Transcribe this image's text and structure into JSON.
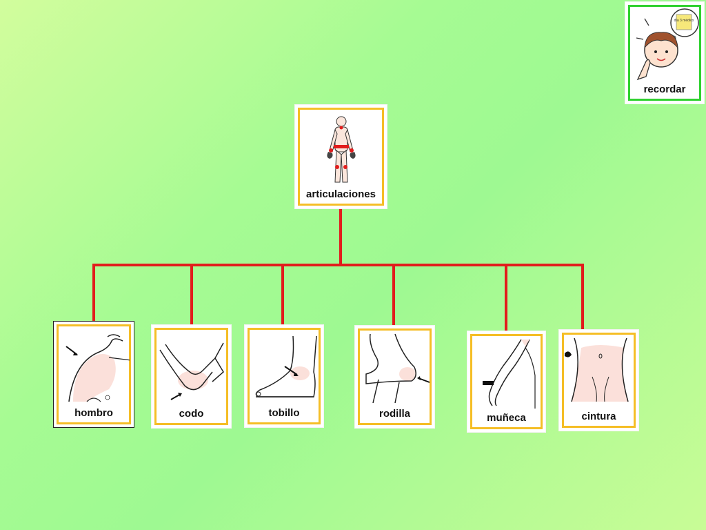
{
  "colors": {
    "connector": "#e21c1c",
    "card_border": "#f5be26",
    "reminder_border": "#2fd12f"
  },
  "reminder": {
    "label": "recordar",
    "note_text": "día 3 médico",
    "icon": "person-thinking-icon"
  },
  "root": {
    "label": "articulaciones",
    "icon": "body-joints-icon"
  },
  "children": [
    {
      "label": "hombro",
      "icon": "shoulder-icon"
    },
    {
      "label": "codo",
      "icon": "elbow-icon"
    },
    {
      "label": "tobillo",
      "icon": "ankle-icon"
    },
    {
      "label": "rodilla",
      "icon": "knee-icon"
    },
    {
      "label": "muñeca",
      "icon": "wrist-icon"
    },
    {
      "label": "cintura",
      "icon": "waist-icon"
    }
  ]
}
